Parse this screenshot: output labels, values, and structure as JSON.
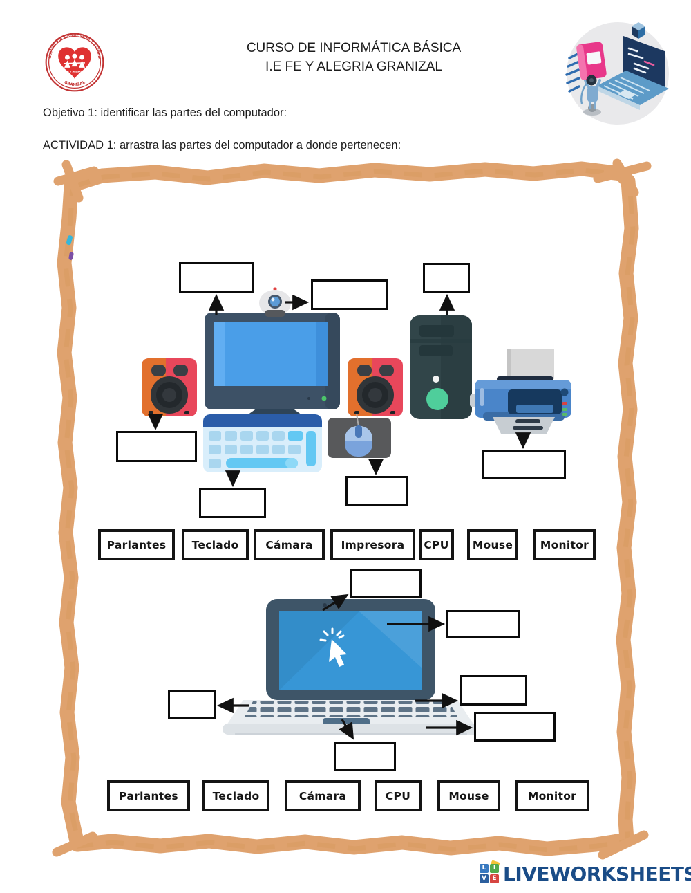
{
  "header": {
    "title_line1": "CURSO DE INFORMÁTICA BÁSICA",
    "title_line2": "I.E FE Y ALEGRIA GRANIZAL",
    "school_logo": {
      "ring_text_top": "INSTITUCION EDUCATIVA FE Y ALEGRIA",
      "heart_label": "FE Y ALEGRIA",
      "ring_text_bottom": "GRANIZAL"
    }
  },
  "instructions": {
    "objective": "Objetivo 1: identificar las partes del computador:",
    "activity": "ACTIVIDAD 1: arrastra las partes del computador a donde pertenecen:"
  },
  "activity1": {
    "word_bank": [
      "Parlantes",
      "Teclado",
      "Cámara",
      "Impresora",
      "CPU",
      "Mouse",
      "Monitor"
    ],
    "drop_zones": [
      "monitor",
      "webcam",
      "cpu-tower",
      "left-speaker",
      "keyboard",
      "mouse",
      "printer"
    ]
  },
  "activity2": {
    "word_bank": [
      "Parlantes",
      "Teclado",
      "Cámara",
      "CPU",
      "Mouse",
      "Monitor"
    ],
    "drop_zones": [
      "screen-top",
      "screen-right",
      "keyboard-left",
      "keyboard-right",
      "base-right",
      "trackpad"
    ]
  },
  "footer": {
    "brand": "LIVEWORKSHEETS",
    "tiles": [
      "L",
      "I",
      "V",
      "E"
    ]
  },
  "colors": {
    "frame_orange": "#DFA26E",
    "screen_blue": "#4A9EE8",
    "brand_navy": "#1A4C87",
    "label_border": "#141414"
  }
}
